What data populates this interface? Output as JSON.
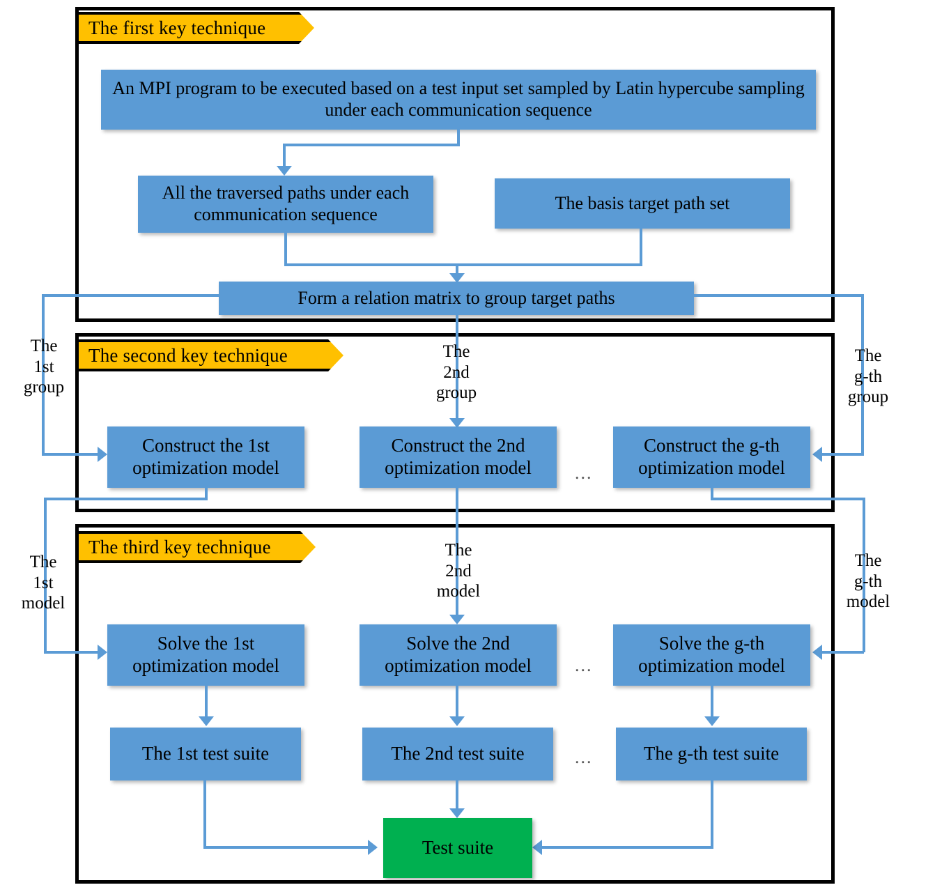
{
  "diagram": {
    "title": "Three key techniques workflow for MPI test suite generation",
    "sections": [
      {
        "id": "first",
        "banner": "The first key technique"
      },
      {
        "id": "second",
        "banner": "The second key technique"
      },
      {
        "id": "third",
        "banner": "The third key technique"
      }
    ],
    "nodes": {
      "mpi_program": "An MPI  program to be executed based on a test input set sampled by Latin hypercube sampling under each communication sequence",
      "traversed_paths": "All the traversed paths under each communication sequence",
      "basis_path_set": "The basis target path set",
      "relation_matrix": "Form a relation matrix to group target paths",
      "construct_1st": "Construct the 1st optimization model",
      "construct_2nd": "Construct the 2nd optimization model",
      "construct_gth": "Construct the g-th optimization model",
      "solve_1st": "Solve the 1st optimization model",
      "solve_2nd": "Solve the 2nd optimization model",
      "solve_gth": "Solve the g-th optimization model",
      "suite_1st": "The 1st test suite",
      "suite_2nd": "The 2nd test suite",
      "suite_gth": "The g-th test suite",
      "test_suite": "Test suite"
    },
    "edge_labels": {
      "group_1st": "The\n1st\ngroup",
      "group_2nd": "The\n2nd\ngroup",
      "group_gth": "The\ng-th\ngroup",
      "model_1st": "The\n1st\nmodel",
      "model_2nd": "The\n2nd\nmodel",
      "model_gth": "The\ng-th\nmodel"
    },
    "ellipsis": "...",
    "colors": {
      "process_box": "#5B9BD5",
      "result_box": "#00B050",
      "banner": "#FFC000",
      "connector": "#5B9BD5",
      "frame": "#000000"
    }
  }
}
